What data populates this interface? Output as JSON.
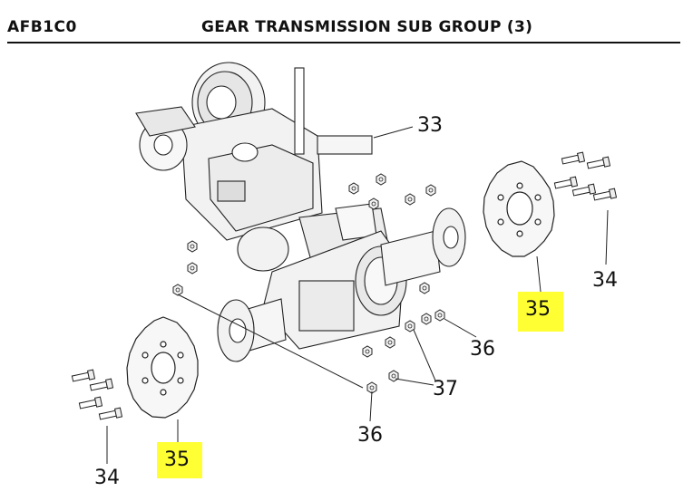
{
  "header": {
    "code": "AFB1C0",
    "title": "GEAR TRANSMISSION SUB GROUP (3)"
  },
  "callouts": {
    "c33": "33",
    "c34_right": "34",
    "c35_right": "35",
    "c36_right": "36",
    "c37": "37",
    "c36_bottom": "36",
    "c35_left": "35",
    "c34_left": "34"
  },
  "colors": {
    "highlight": "#ffff33",
    "line": "#222222",
    "part_fill": "#f2f2f2"
  }
}
